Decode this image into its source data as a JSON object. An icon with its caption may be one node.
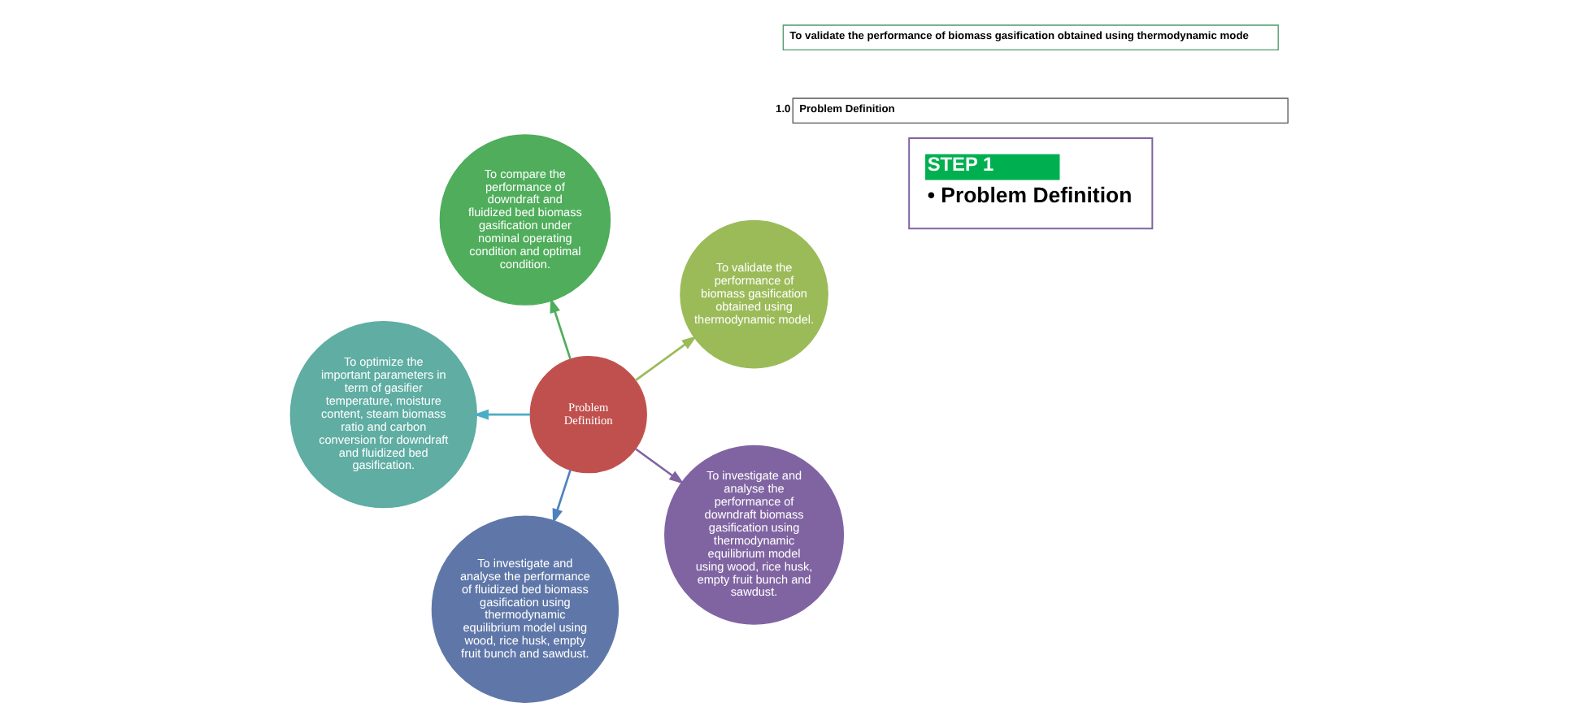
{
  "diagram": {
    "nodes": [
      {
        "text": [
          "Problem Definition"
        ]
      },
      {
        "text": [
          "To validate the performance of biomass gasification obtained using thermodynamic model."
        ]
      },
      {
        "text": [
          "To compare the performance of downdraft and fluidized bed biomass gasification under nominal operating condition and optimal condition."
        ]
      },
      {
        "text": [
          "To optimize the important parameters in term of gasifier temperature, moisture content, steam biomass ratio and carbon conversion for downdraft and fluidized bed gasification."
        ]
      },
      {
        "text": [
          "To investigate and analyse the performance of fluidized bed biomass gasification using thermodynamic equilibrium model using wood, rice husk, empty fruit bunch and sawdust."
        ]
      },
      {
        "text": [
          "To investigate and analyse the performance of downdraft biomass gasification using thermodynamic equilibrium model using wood, rice husk, empty fruit bunch and sawdust."
        ]
      },
      {
        "text": [
          "STEP 1",
          "• Problem Definition"
        ]
      },
      {
        "text": [
          "Problem Definition"
        ],
        "beside": [
          "1.0"
        ]
      },
      {
        "text": [
          "To validate the performance of biomass gasification obtained using thermodynamic mode"
        ]
      }
    ],
    "edges": [
      {
        "from": 0,
        "to": 1,
        "arrow": "to",
        "color": "#9bbb59"
      },
      {
        "from": 0,
        "to": 2,
        "arrow": "to",
        "color": "#4fad5b"
      },
      {
        "from": 0,
        "to": 3,
        "arrow": "to",
        "color": "#4bacc6"
      },
      {
        "from": 0,
        "to": 4,
        "arrow": "to",
        "color": "#4f81bd"
      },
      {
        "from": 0,
        "to": 5,
        "arrow": "to",
        "color": "#8064a2"
      }
    ]
  }
}
